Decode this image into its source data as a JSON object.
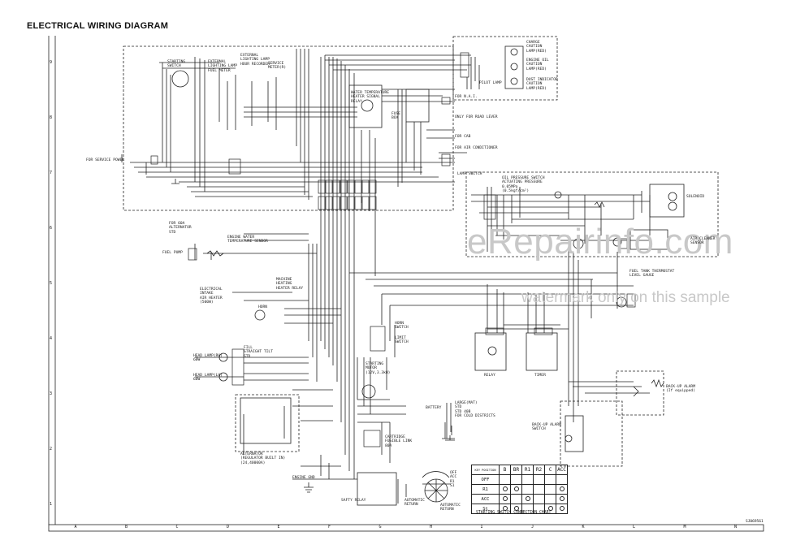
{
  "title": "ELECTRICAL WIRING DIAGRAM",
  "watermark": {
    "main": "eRepairinfo.com",
    "sub": "watermark only on this sample"
  },
  "grid": {
    "columns": [
      "A",
      "B",
      "C",
      "D",
      "E",
      "F",
      "G",
      "H",
      "I",
      "J",
      "K",
      "L",
      "M",
      "N"
    ],
    "rows": [
      "9",
      "8",
      "7",
      "6",
      "5",
      "4",
      "3",
      "2",
      "1"
    ]
  },
  "doc_number": "SJ069561",
  "components": {
    "starting_switch": "STARTING\nSWITCH",
    "fuel_meter": "EXTERNAL\nLIGHTING LAMP\nFUEL METER",
    "cab_rotary": "EXTERNAL\nLIGHTING LAMP\nHOUR RECORDER",
    "service_meter": "SERVICE\nMETER(R)",
    "service_power": "FOR SERVICE POWER",
    "pilot_lamp": "PILOT LAMP",
    "charge_lamp": "CHARGE\nCAUTION\nLAMP(RED)",
    "engine_oil_lamp": "ENGINE OIL\nCAUTION\nLAMP(RED)",
    "dust_indicator_lamp": "DUST INDICATOR\nCAUTION\nLAMP(RED)",
    "for_nai": "FOR N.A.I.",
    "rear_lever": "ONLY FOR ROAD LEVER",
    "for_cab": "FOR CAB",
    "for_ac": "FOR AIR CONDITIONER",
    "lamp_switch": "LAMP SWITCH",
    "oil_pressure": "OIL PRESSURE SWITCH\nACTUATING PRESSURE\n0.05MPa\n(0.5kgf/cm²)",
    "solenoid": "SOLENOID",
    "air_cleaner": "AIR CLEANER\nSENSOR",
    "fuse_box": "FUSE\nBOX",
    "water_temp_gauge": "WATER TEMPERATURE\nHEATER SIGNAL\nRELAY",
    "alternator_60a": "FOR 60A\nALTERNATOR\nSTD",
    "water_sensor": "ENGINE WATER\nTEMPERATURE SENDOR",
    "fuel_pump": "FUEL PUMP",
    "air_heater": "ELECTRICAL\nINTAKE\nAIR HEATER\n(500W)",
    "heater_relay": "MACHINE\nHEATING\nHEATER RELAY",
    "horn": "HORN",
    "horn_switch": "HORN\nSWITCH",
    "limit_switch": "LIMIT\nSWITCH",
    "fuel_thermostat": "FUEL TANK THERMOSTAT\nLEVEL GAUGE",
    "head_lamp_rh": "HEAD LAMP(RH)\n60W",
    "head_lamp_lh": "HEAD LAMP(LH)\n60W",
    "tilt": "FILL\nSTRAIGHT TILT\nSTD",
    "starting_motor": "STARTING\nMOTOR\n(12V,3.3kW)",
    "battery": "BATTERY",
    "large_bat": "LARGE(MAT)\nSTD\nSTD 40B\nFOR COLD DISTRICTS",
    "fusible_link": "CARTRIDGE\nFUSIBLE LINK\n80A",
    "relay": "RELAY",
    "timer": "TIMER",
    "backup_alarm": "BACK-UP ALARM\n(If equipped)",
    "backup_switch": "BACK-UP ALARM\nSWITCH",
    "alternator_reg": "ALTERNATOR\n(REGULATOR BUILT IN)\n(24,40000A)",
    "engine_gnd": "ENGINE GND",
    "safety_relay": "SAFTY RELAY",
    "auto_return1": "AUTOMATIC\nRETURN",
    "auto_return2": "AUTOMATIC\nRETURN",
    "switch_positions": "OFF\nACC\nR1\nS1"
  },
  "connection_chart": {
    "caption": "STARTING SWITCH CONNECTION CHART",
    "corner": "KEY\nPOSITION",
    "headers": [
      "B",
      "BR",
      "R1",
      "R2",
      "C",
      "ACC"
    ],
    "rows": [
      {
        "pos": "OFF",
        "marks": [
          false,
          false,
          false,
          false,
          false,
          false
        ]
      },
      {
        "pos": "R1",
        "marks": [
          true,
          true,
          false,
          false,
          false,
          true
        ]
      },
      {
        "pos": "ACC",
        "marks": [
          true,
          false,
          true,
          false,
          false,
          true
        ]
      },
      {
        "pos": "St",
        "marks": [
          true,
          true,
          false,
          false,
          true,
          true
        ]
      }
    ]
  }
}
